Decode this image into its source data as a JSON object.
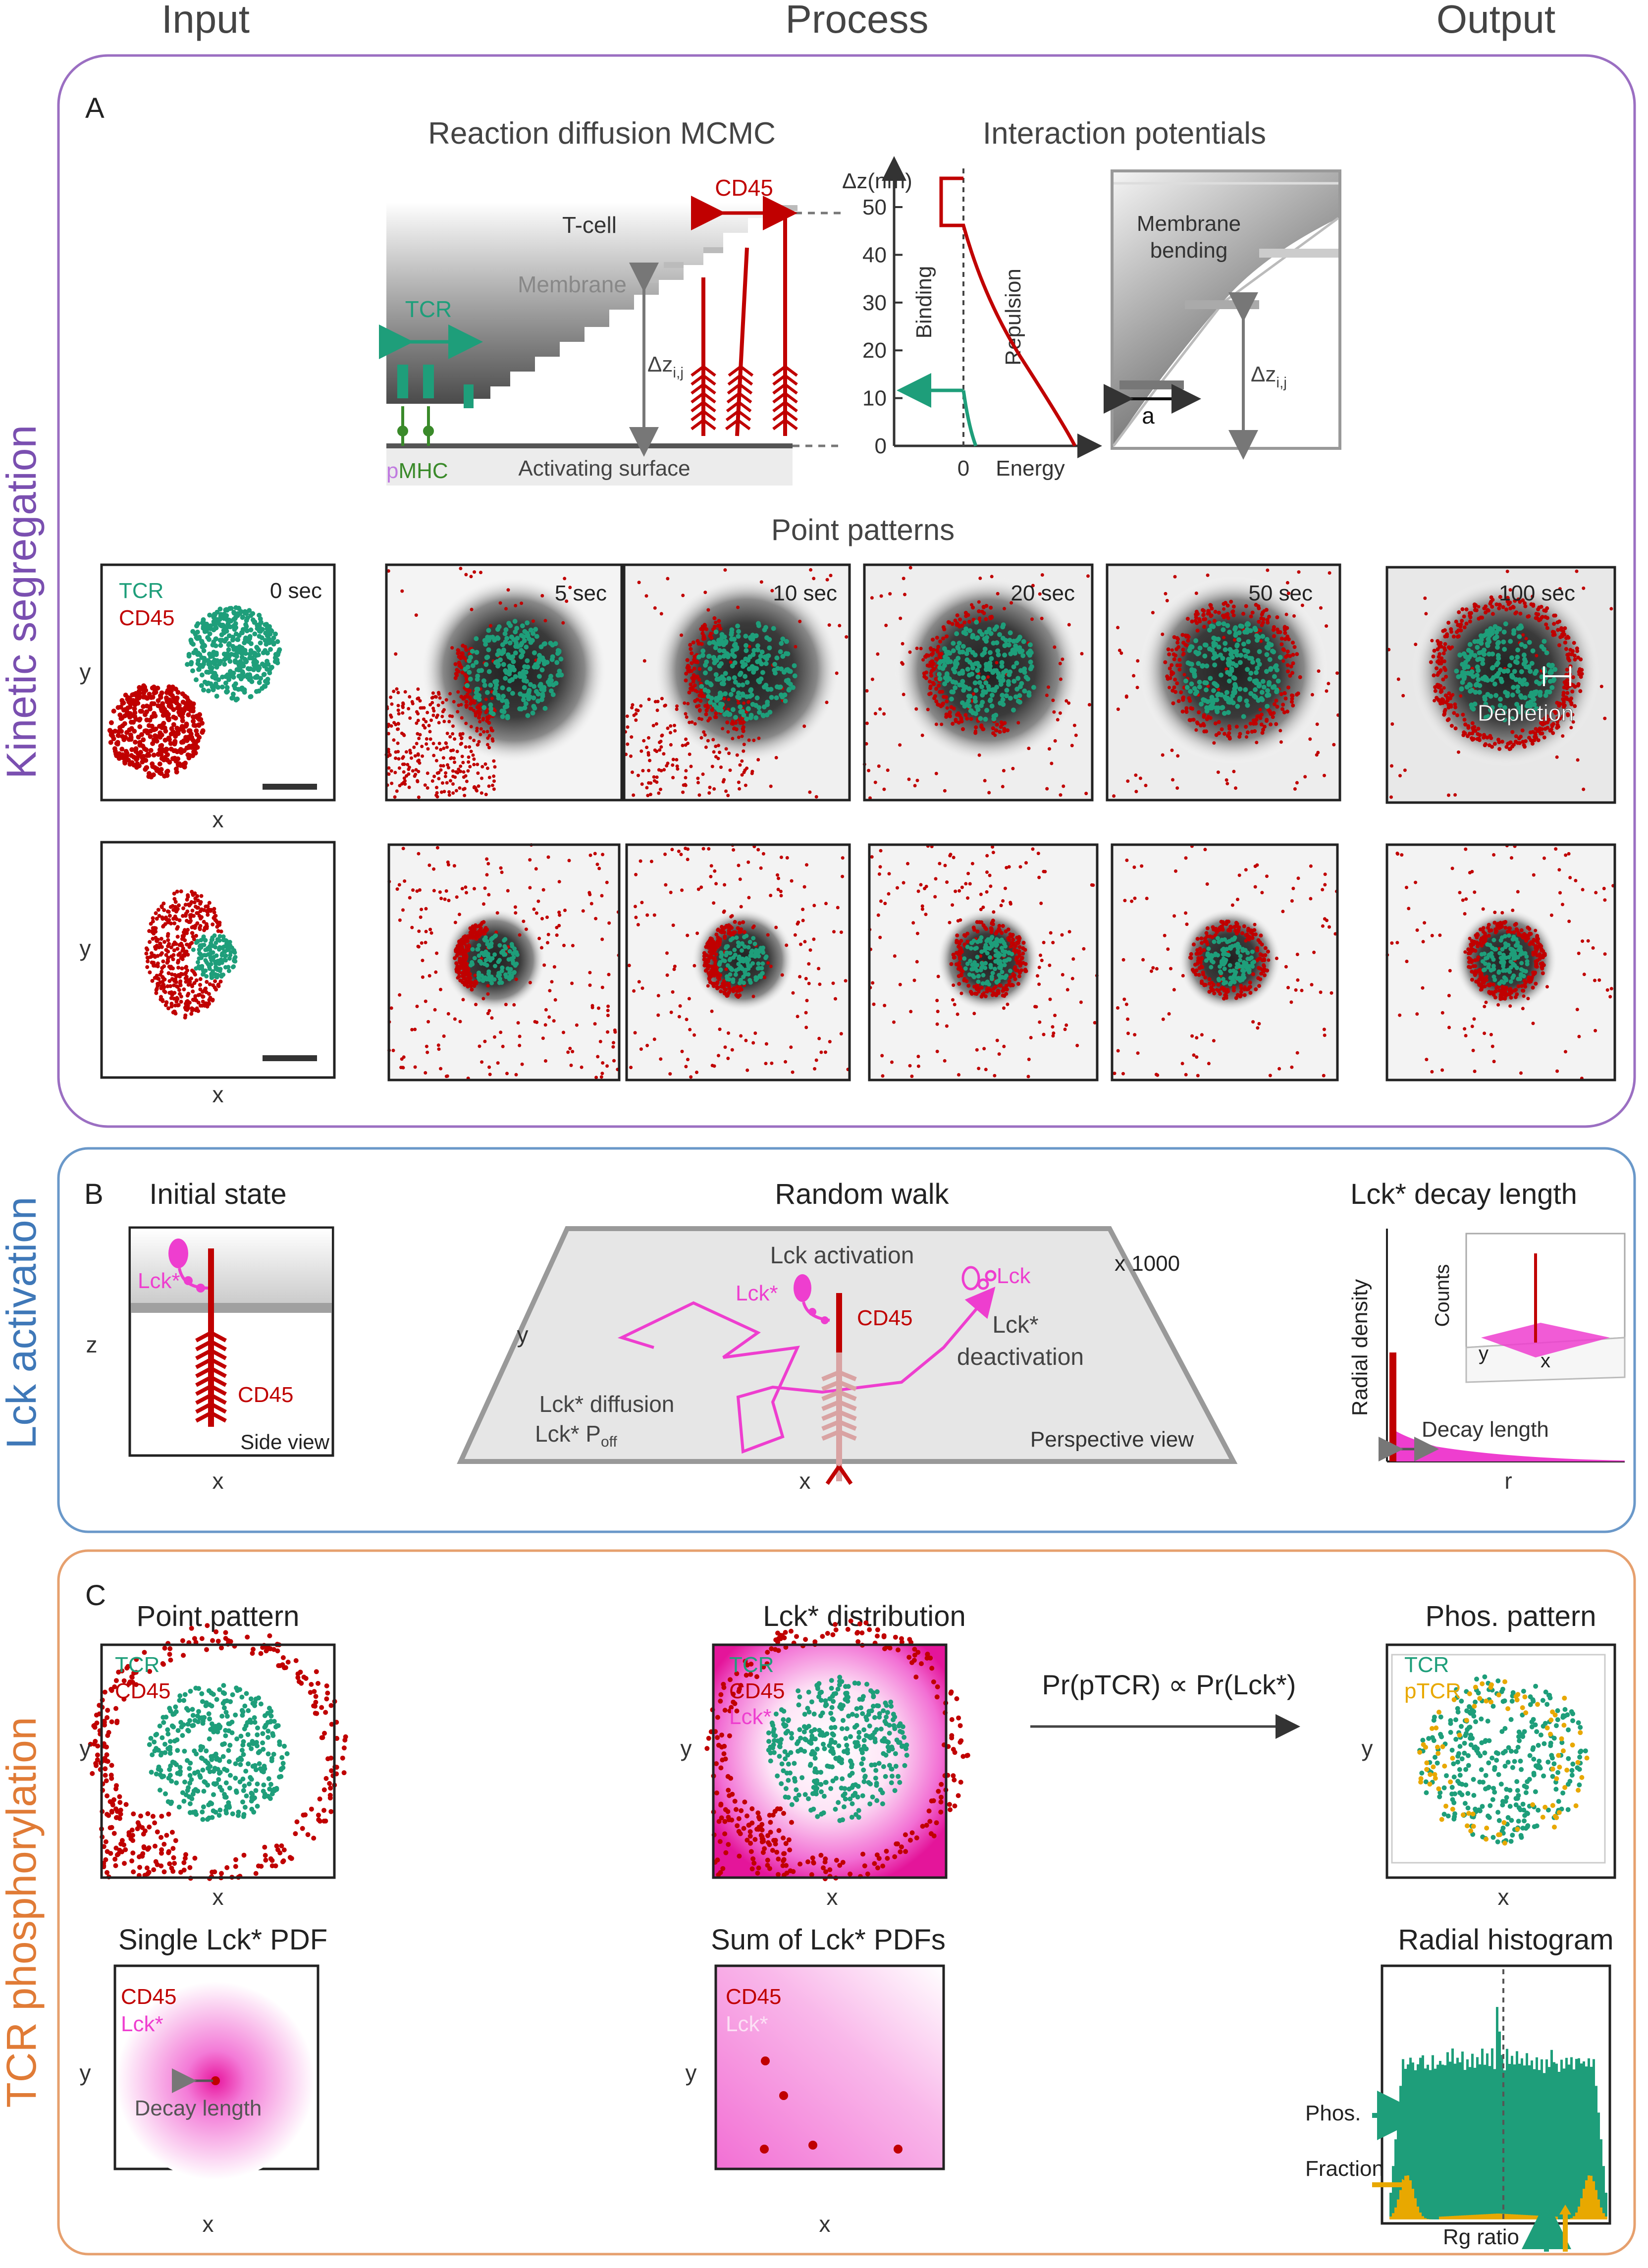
{
  "columns": {
    "input": "Input",
    "process": "Process",
    "output": "Output"
  },
  "row_labels": {
    "kinetic": "Kinetic segregation",
    "lck": "Lck activation",
    "tcr": "TCR phosphorylation"
  },
  "panel_letters": {
    "a": "A",
    "b": "B",
    "c": "C"
  },
  "panelA": {
    "rd_title": "Reaction diffusion MCMC",
    "ip_title": "Interaction potentials",
    "tcell": "T-cell",
    "membrane": "Membrane",
    "tcr": "TCR",
    "cd45": "CD45",
    "pmhc_p": "p",
    "pmhc_rest": "MHC",
    "surface": "Activating surface",
    "dz": "Δz",
    "dz_sub": "i,j",
    "axis_title": "Δz(nm)",
    "ticks": [
      "50",
      "40",
      "30",
      "20",
      "10",
      "0"
    ],
    "zero": "0",
    "energy": "Energy",
    "binding": "Binding",
    "repulsion": "Repulsion",
    "bend1": "Membrane",
    "bend2": "bending",
    "a": "a",
    "pp_title": "Point patterns",
    "legend_tcr": "TCR",
    "legend_cd45": "CD45",
    "t0": "0 sec",
    "times": [
      "5 sec",
      "10 sec",
      "20 sec",
      "50 sec",
      "100 sec"
    ],
    "depletion": "Depletion",
    "x": "x",
    "y": "y"
  },
  "panelB": {
    "initial": "Initial state",
    "lckstar": "Lck*",
    "cd45": "CD45",
    "side": "Side view",
    "z": "z",
    "x": "x",
    "y": "y",
    "random_walk": "Random walk",
    "lck_activation": "Lck activation",
    "x1000": "x 1000",
    "lck": "Lck",
    "deact1": "Lck*",
    "deact2": "deactivation",
    "diff": "Lck* diffusion",
    "poff": "Lck* P",
    "poff_sub": "off",
    "perspective": "Perspective view",
    "decay_title": "Lck* decay length",
    "radial_density": "Radial density",
    "counts": "Counts",
    "decay_length": "Decay length",
    "r": "r"
  },
  "panelC": {
    "point_pattern": "Point pattern",
    "tcr": "TCR",
    "cd45": "CD45",
    "lckstar": "Lck*",
    "lck_dist": "Lck* distribution",
    "prob": "Pr(pTCR) ∝ Pr(Lck*)",
    "phos_pattern": "Phos. pattern",
    "ptcr": "pTCR",
    "single_pdf": "Single Lck* PDF",
    "decay_length": "Decay length",
    "sum_pdf": "Sum of Lck* PDFs",
    "radial_hist": "Radial histogram",
    "phos1": "Phos.",
    "phos2": "Fraction",
    "rg": "Rg ratio",
    "x": "x",
    "y": "y"
  },
  "colors": {
    "purple": "#9b6fc2",
    "blue": "#6a98c9",
    "orange": "#e6a06e",
    "teal": "#1e9e7a",
    "red": "#c00000",
    "magenta": "#ee3ecf",
    "gold": "#e8a800"
  }
}
